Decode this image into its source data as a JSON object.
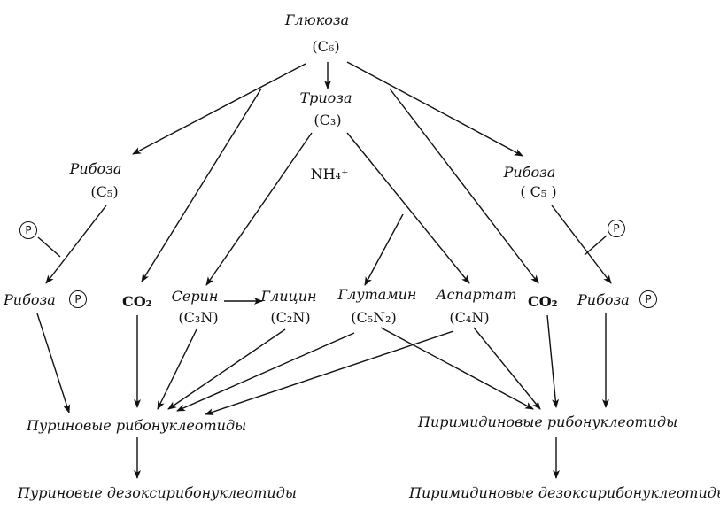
{
  "nodes": {
    "glucose": {
      "name": "Глюкоза",
      "formula": "(C₆)"
    },
    "triose": {
      "name": "Триоза",
      "formula": "(C₃)"
    },
    "ammonium": "NH₄⁺",
    "ribose_left": {
      "name": "Рибоза",
      "formula": "(C₅)"
    },
    "ribose_right": {
      "name": "Рибоза",
      "formula": "( C₅ )"
    },
    "ribose_p_left": {
      "name": "Рибоза",
      "phosphate": "P"
    },
    "ribose_p_right": {
      "name": "Рибоза",
      "phosphate": "P"
    },
    "phosphate_left": "P",
    "phosphate_right": "P",
    "co2_left": "CO₂",
    "co2_right": "CO₂",
    "serine": {
      "name": "Серин",
      "formula": "(C₃N)"
    },
    "glycine": {
      "name": "Глицин",
      "formula": "(C₂N)"
    },
    "glutamine": {
      "name": "Глутамин",
      "formula": "(C₅N₂)"
    },
    "aspartate": {
      "name": "Аспартат",
      "formula": "(C₄N)"
    },
    "purine_ribo": "Пуриновые рибонуклеотиды",
    "pyrimidine_ribo": "Пиримидиновые рибонуклеотиды",
    "purine_deoxy": "Пуриновые дезоксирибонуклеотиды",
    "pyrimidine_deoxy": "Пиримидиновые дезоксирибонуклеотиды"
  },
  "edges": [
    {
      "from": "Глюкоза",
      "to": "Триоза"
    },
    {
      "from": "Глюкоза",
      "to": "Рибоза (C₅)"
    },
    {
      "from": "Глюкоза",
      "to": "Рибоза ( C₅ )"
    },
    {
      "from": "Глюкоза",
      "to": "CO₂"
    },
    {
      "from": "Глюкоза",
      "to": "CO₂"
    },
    {
      "from": "Триоза",
      "to": "Серин"
    },
    {
      "from": "Триоза",
      "to": "Аспартат"
    },
    {
      "from": "NH₄⁺",
      "to": "Глутамин"
    },
    {
      "from": "Рибоза (C₅)",
      "to": "Рибоза P"
    },
    {
      "from": "Рибоза ( C₅ )",
      "to": "Рибоза P"
    },
    {
      "from": "Серин",
      "to": "Глицин"
    },
    {
      "from": "Рибоза P",
      "to": "Пуриновые рибонуклеотиды"
    },
    {
      "from": "CO₂",
      "to": "Пуриновые рибонуклеотиды"
    },
    {
      "from": "Серин",
      "to": "Пуриновые рибонуклеотиды"
    },
    {
      "from": "Глицин",
      "to": "Пуриновые рибонуклеотиды"
    },
    {
      "from": "Глутамин",
      "to": "Пуриновые рибонуклеотиды"
    },
    {
      "from": "Аспартат",
      "to": "Пуриновые рибонуклеотиды"
    },
    {
      "from": "Глутамин",
      "to": "Пиримидиновые рибонуклеотиды"
    },
    {
      "from": "Аспартат",
      "to": "Пиримидиновые рибонуклеотиды"
    },
    {
      "from": "CO₂",
      "to": "Пиримидиновые рибонуклеотиды"
    },
    {
      "from": "Рибоза P",
      "to": "Пиримидиновые рибонуклеотиды"
    },
    {
      "from": "Пуриновые рибонуклеотиды",
      "to": "Пуриновые дезоксирибонуклеотиды"
    },
    {
      "from": "Пиримидиновые рибонуклеотиды",
      "to": "Пиримидиновые дезоксирибонуклеотиды"
    }
  ]
}
